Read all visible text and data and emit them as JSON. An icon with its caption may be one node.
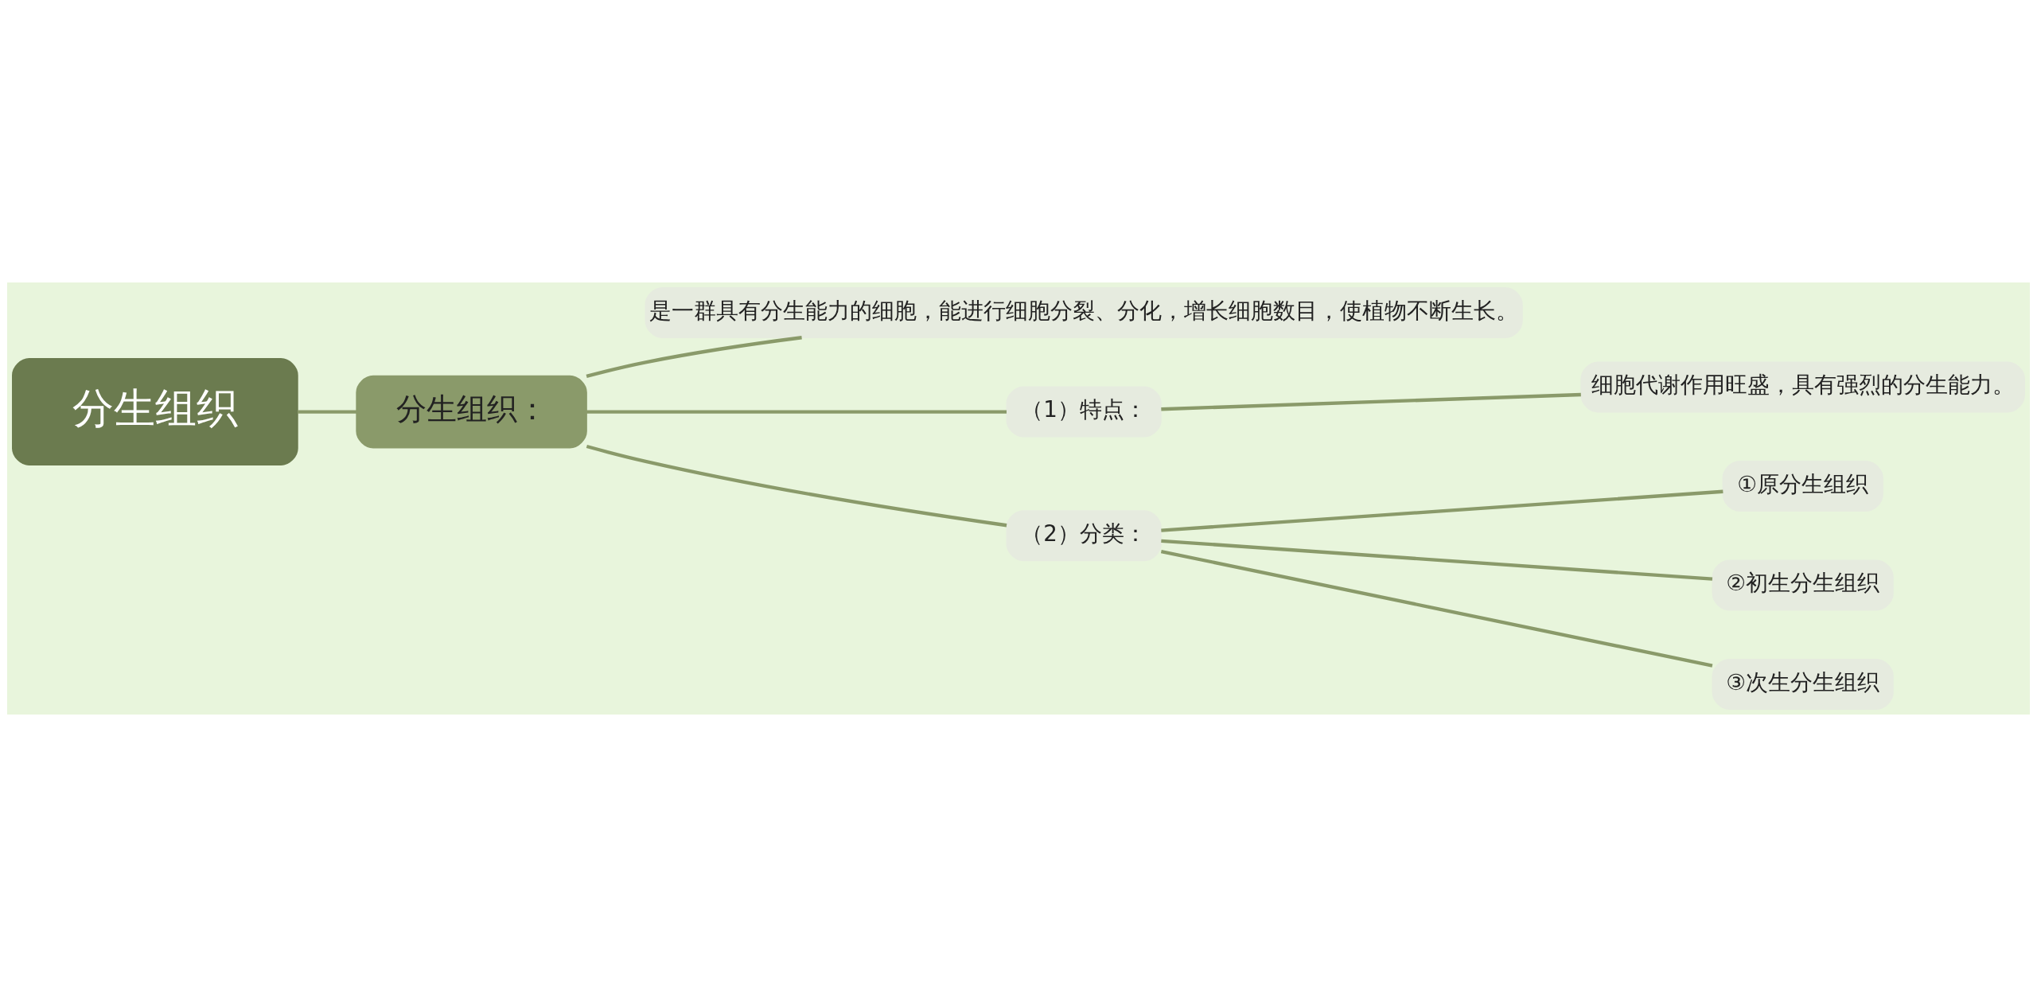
{
  "diagram": {
    "nodes": [
      {
        "text": [
          "分生组织"
        ]
      },
      {
        "text": [
          "分生组织："
        ]
      },
      {
        "text": [
          "是一群具有分生能力的细胞，能进行细胞分裂、分化，增长细胞数目，使植物不断生长。"
        ]
      },
      {
        "text": [
          "（1）特点："
        ]
      },
      {
        "text": [
          "细胞代谢作用旺盛，具有强烈的分生能力。"
        ]
      },
      {
        "text": [
          "（2）分类："
        ]
      },
      {
        "text": [
          "①原分生组织"
        ]
      },
      {
        "text": [
          "②初生分生组织"
        ]
      },
      {
        "text": [
          "③次生分生组织"
        ]
      }
    ],
    "edges": [
      {
        "from": 0,
        "to": 1,
        "arrow": "none"
      },
      {
        "from": 1,
        "to": 2,
        "arrow": "none"
      },
      {
        "from": 1,
        "to": 3,
        "arrow": "none"
      },
      {
        "from": 1,
        "to": 5,
        "arrow": "none"
      },
      {
        "from": 3,
        "to": 4,
        "arrow": "none"
      },
      {
        "from": 5,
        "to": 6,
        "arrow": "none"
      },
      {
        "from": 5,
        "to": 7,
        "arrow": "none"
      },
      {
        "from": 5,
        "to": 8,
        "arrow": "none"
      }
    ]
  }
}
